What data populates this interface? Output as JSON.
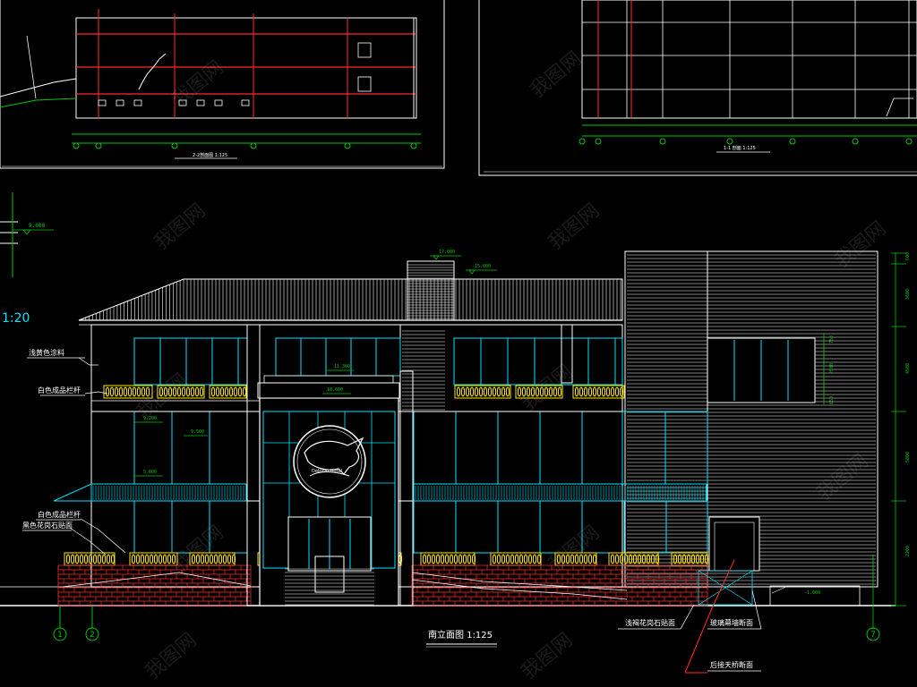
{
  "drawing": {
    "main_title": "南立面图 1:125",
    "section_title_left": "2-2剖面图 1:125",
    "section_title_right": "1-1 剖面 1:125",
    "scale_label": "1:20",
    "watermark": "我图网",
    "elevation_marks": {
      "top_left": "9.000",
      "roof_a": "17.000",
      "roof_b": "15.000",
      "canopy_top": "11.300",
      "canopy_bottom": "10.600",
      "floor3": "9.200",
      "floor3_b": "9.500",
      "floor2": "5.000",
      "ground_right": "-1.000"
    },
    "labels": {
      "material_1": "浅黄色涂料",
      "railing_top": "白色成品栏杆",
      "railing_bottom": "白色成品栏杆",
      "stone_wall": "黑色花岗石贴面",
      "granite_light": "浅褐花岗石贴面",
      "glass_wall": "玻璃幕墙断面",
      "back_stairs": "后接天桥断面"
    },
    "axis_bubbles": [
      "1",
      "2",
      "7"
    ],
    "right_dimensions": [
      "600",
      "3600",
      "4500",
      "5000",
      "2200"
    ],
    "right_small_dims": [
      "750",
      "2500",
      "650"
    ],
    "logo_caption": "Dolphin Hotel"
  },
  "colors": {
    "background": "#000000",
    "line_white": "#ffffff",
    "cyan": "#00e5ff",
    "green": "#00c800",
    "red": "#ff2a2a",
    "yellow": "#ffe600",
    "gray": "#a0a0a0"
  }
}
